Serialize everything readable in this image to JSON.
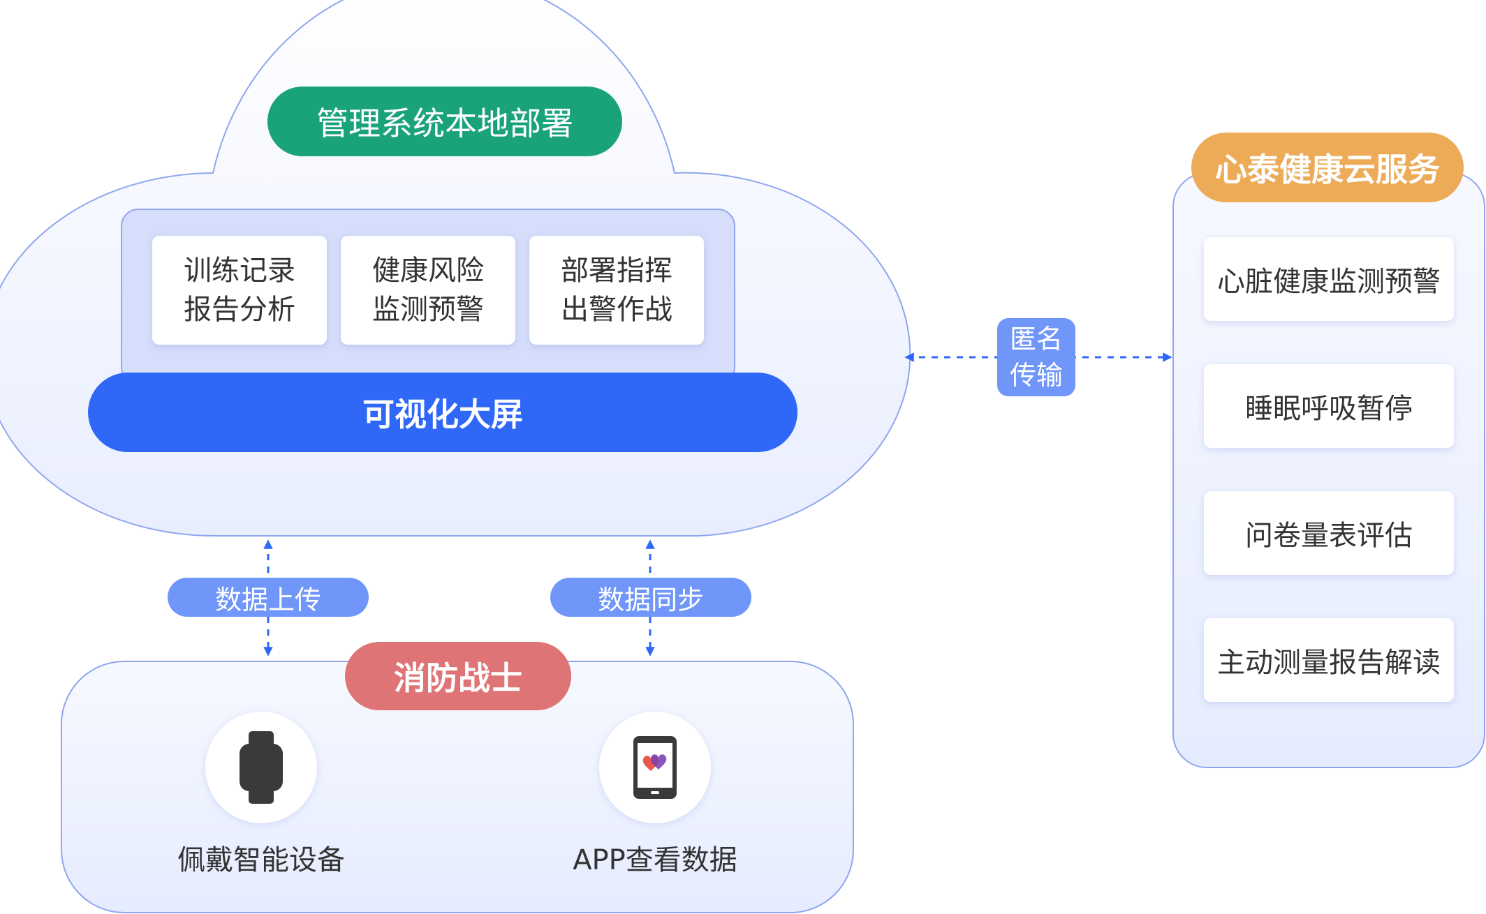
{
  "colors": {
    "cloud_border": "#8fa6ee",
    "panel_fill": "#d6defb",
    "green": "#1aa37a",
    "blue": "#2f67f6",
    "light_blue": "#6f96f8",
    "orange": "#edab58",
    "red": "#df7476",
    "arrow": "#2f67f6"
  },
  "cloud": {
    "title": "管理系统本地部署",
    "cards": [
      {
        "line1": "训练记录",
        "line2": "报告分析"
      },
      {
        "line1": "健康风险",
        "line2": "监测预警"
      },
      {
        "line1": "部署指挥",
        "line2": "出警作战"
      }
    ],
    "screen_label": "可视化大屏"
  },
  "transfer": {
    "anon_line1": "匿名",
    "anon_line2": "传输",
    "upload_label": "数据上传",
    "sync_label": "数据同步"
  },
  "firefighter": {
    "title": "消防战士",
    "devices": [
      {
        "icon": "smartwatch-icon",
        "label": "佩戴智能设备"
      },
      {
        "icon": "phone-heart-icon",
        "label": "APP查看数据"
      }
    ]
  },
  "cloud_service": {
    "title": "心泰健康云服务",
    "items": [
      "心脏健康监测预警",
      "睡眠呼吸暂停",
      "问卷量表评估",
      "主动测量报告解读"
    ]
  }
}
